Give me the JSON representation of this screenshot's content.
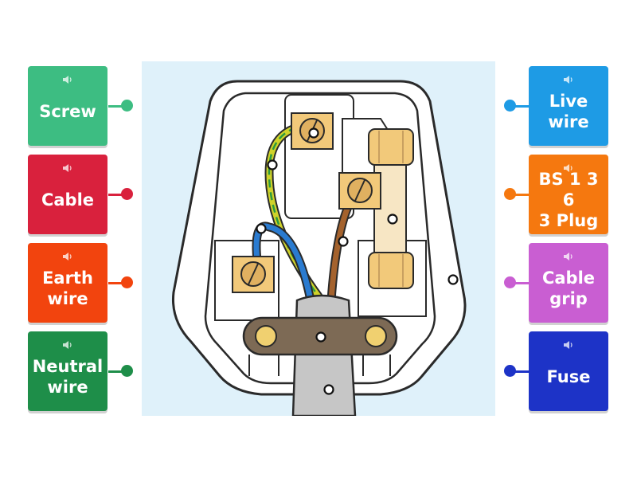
{
  "labels_left": [
    {
      "id": "screw",
      "text": "Screw",
      "color": "#3dbd82",
      "text_lines": [
        "Screw"
      ]
    },
    {
      "id": "cable",
      "text": "Cable",
      "color": "#d9213d",
      "text_lines": [
        "Cable"
      ]
    },
    {
      "id": "earth-wire",
      "text": "Earth wire",
      "color": "#f2440e",
      "text_lines": [
        "Earth",
        "wire"
      ]
    },
    {
      "id": "neutral-wire",
      "text": "Neutral wire",
      "color": "#1e8e49",
      "text_lines": [
        "Neutral",
        "wire"
      ]
    }
  ],
  "labels_right": [
    {
      "id": "live-wire",
      "text": "Live wire",
      "color": "#1e9be5",
      "text_lines": [
        "Live",
        "wire"
      ]
    },
    {
      "id": "bs-plug",
      "text": "BS 1 3 6 3 Plug",
      "color": "#f5780f",
      "text_lines": [
        "BS 1 3 6",
        "3 Plug"
      ]
    },
    {
      "id": "cable-grip",
      "text": "Cable grip",
      "color": "#c95ed2",
      "text_lines": [
        "Cable",
        "grip"
      ]
    },
    {
      "id": "fuse",
      "text": "Fuse",
      "color": "#1d33c7",
      "text_lines": [
        "Fuse"
      ]
    }
  ],
  "icons": {
    "speaker": "speaker-icon"
  }
}
